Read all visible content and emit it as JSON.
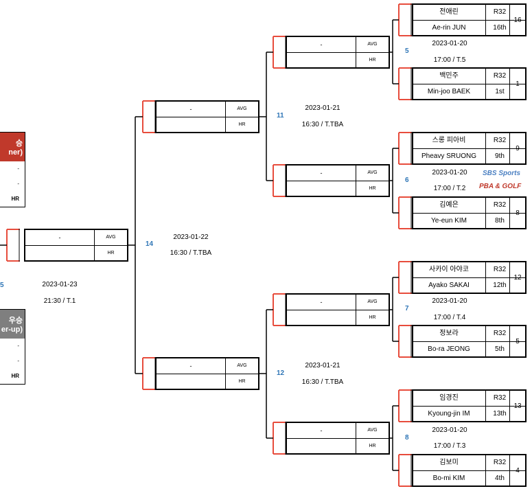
{
  "winner_panel": {
    "line1": "승",
    "line2": "ner)",
    "hr": "HR",
    "color": "#c0392b"
  },
  "runnerup_panel": {
    "line1": "우승",
    "line2": "er-up)",
    "hr": "HR",
    "color": "#7f7f7f"
  },
  "r32": [
    {
      "ko": "전애린",
      "en": "Ae-rin JUN",
      "tag": "R32",
      "rank": "16th",
      "seed": "16"
    },
    {
      "ko": "백민주",
      "en": "Min-joo BAEK",
      "tag": "R32",
      "rank": "1st",
      "seed": "1"
    },
    {
      "ko": "스롱 피아비",
      "en": "Pheavy SRUONG",
      "tag": "R32",
      "rank": "9th",
      "seed": "9"
    },
    {
      "ko": "김예은",
      "en": "Ye-eun KIM",
      "tag": "R32",
      "rank": "8th",
      "seed": "8"
    },
    {
      "ko": "사카이 아야코",
      "en": "Ayako SAKAI",
      "tag": "R32",
      "rank": "12th",
      "seed": "12"
    },
    {
      "ko": "정보라",
      "en": "Bo-ra JEONG",
      "tag": "R32",
      "rank": "5th",
      "seed": "5"
    },
    {
      "ko": "임경진",
      "en": "Kyoung-jin IM",
      "tag": "R32",
      "rank": "13th",
      "seed": "13"
    },
    {
      "ko": "김보미",
      "en": "Bo-mi KIM",
      "tag": "R32",
      "rank": "4th",
      "seed": "4"
    }
  ],
  "r16_matches": [
    {
      "num": "5",
      "date": "2023-01-20",
      "time": "17:00 / T.5"
    },
    {
      "num": "6",
      "date": "2023-01-20",
      "time": "17:00 / T.2"
    },
    {
      "num": "7",
      "date": "2023-01-20",
      "time": "17:00 / T.4"
    },
    {
      "num": "8",
      "date": "2023-01-20",
      "time": "17:00 / T.3"
    }
  ],
  "qf_matches": [
    {
      "num": "11",
      "date": "2023-01-21",
      "time": "16:30 / T.TBA"
    },
    {
      "num": "12",
      "date": "2023-01-21",
      "time": "16:30 / T.TBA"
    }
  ],
  "sf_match": {
    "num": "14",
    "date": "2023-01-22",
    "time": "16:30 / T.TBA"
  },
  "final_match": {
    "num": "5",
    "date": "2023-01-23",
    "time": "21:30 /  T.1"
  },
  "slot": {
    "name": "-",
    "avg": "AVG",
    "hr": "HR"
  },
  "broadcasters": {
    "sbs": "SBS Sports",
    "pba": "PBA & GOLF"
  },
  "line_color": "#e74c3c"
}
